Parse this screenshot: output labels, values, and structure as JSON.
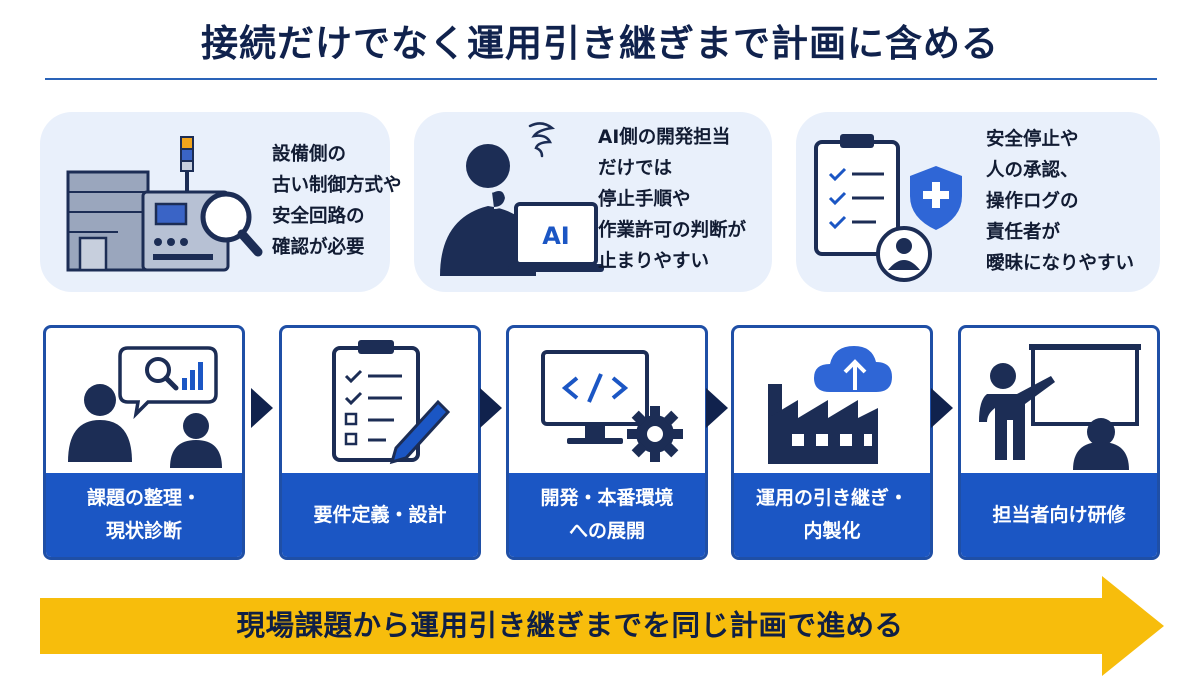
{
  "title": "接続だけでなく運用引き継ぎまで計画に含める",
  "colors": {
    "navy": "#10224d",
    "accent_blue": "#1b56c4",
    "card_bg": "#e9f0fb",
    "banner_yellow": "#f7bd0c"
  },
  "issues": [
    {
      "icon": "factory-magnifier-icon",
      "lines": [
        "設備側の",
        "古い制御方式や",
        "安全回路の",
        "確認が必要"
      ]
    },
    {
      "icon": "developer-thinking-icon",
      "laptop_label": "AI",
      "lines": [
        "AI側の開発担当",
        "だけでは",
        "停止手順や",
        "作業許可の判断が",
        "止まりやすい"
      ]
    },
    {
      "icon": "checklist-shield-person-icon",
      "lines": [
        "安全停止や",
        "人の承認、",
        "操作ログの",
        "責任者が",
        "曖昧になりやすい"
      ]
    }
  ],
  "steps": [
    {
      "icon": "people-analysis-icon",
      "label_lines": [
        "課題の整理・",
        "現状診断"
      ]
    },
    {
      "icon": "clipboard-pen-icon",
      "label_lines": [
        "要件定義・設計"
      ]
    },
    {
      "icon": "monitor-code-gear-icon",
      "label_lines": [
        "開発・本番環境",
        "への展開"
      ]
    },
    {
      "icon": "factory-cloud-upload-icon",
      "label_lines": [
        "運用の引き継ぎ・",
        "内製化"
      ]
    },
    {
      "icon": "trainer-whiteboard-icon",
      "label_lines": [
        "担当者向け研修"
      ]
    }
  ],
  "banner": {
    "text": "現場課題から運用引き継ぎまでを同じ計画で進める"
  }
}
